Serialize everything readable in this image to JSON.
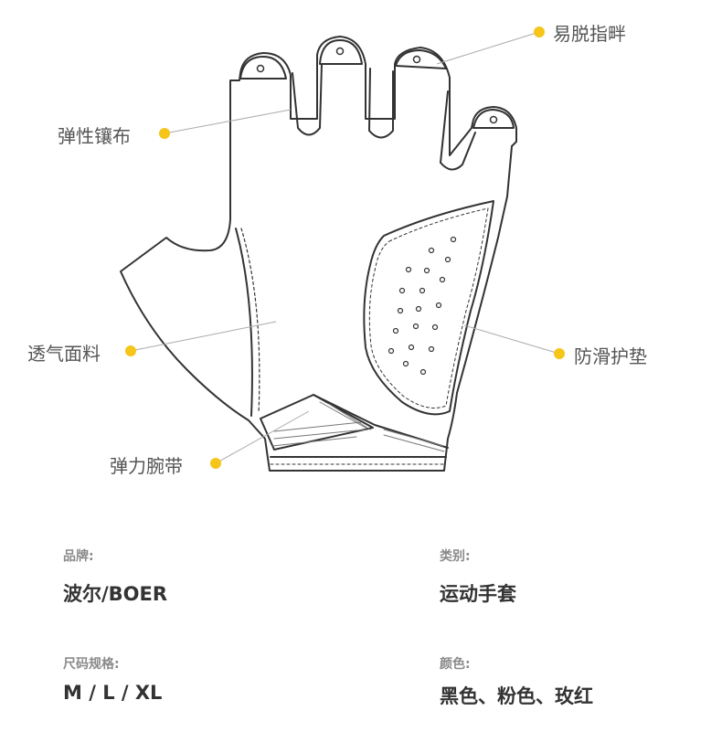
{
  "callouts": {
    "finger_tabs": "易脱指畔",
    "elastic_panel": "弹性镶布",
    "breathable_fabric": "透气面料",
    "anti_slip_pad": "防滑护垫",
    "elastic_wristband": "弹力腕带"
  },
  "specs": {
    "brand": {
      "label": "品牌:",
      "value": "波尔/BOER"
    },
    "category": {
      "label": "类别:",
      "value": "运动手套"
    },
    "sizes": {
      "label": "尺码规格:",
      "value": "M / L / XL"
    },
    "colors": {
      "label": "颜色:",
      "value": "黑色、粉色、玫红"
    }
  },
  "colors": {
    "marker": "#f5c518",
    "outline": "#333333",
    "leader": "#aaaaaa"
  }
}
